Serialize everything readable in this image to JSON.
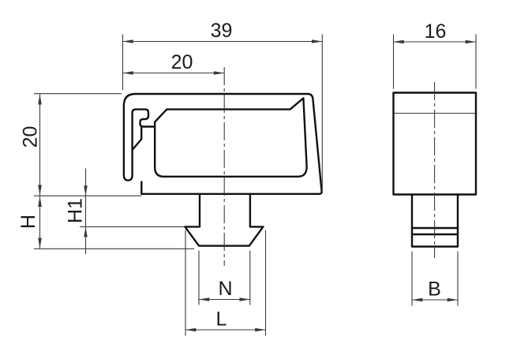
{
  "drawing": {
    "kind": "technical-dimension-drawing",
    "dimensions": {
      "total_width": "39",
      "hook_offset_width": "20",
      "body_height": "20",
      "foot_total_height": "H",
      "foot_neck_height": "H1",
      "foot_neck_width": "N",
      "foot_flange_width": "L",
      "side_body_width": "16",
      "side_foot_width": "B"
    },
    "colors": {
      "background": "#ffffff",
      "outline": "#111111",
      "dim": "#3a3a3a",
      "text": "#1a1a1a"
    }
  }
}
